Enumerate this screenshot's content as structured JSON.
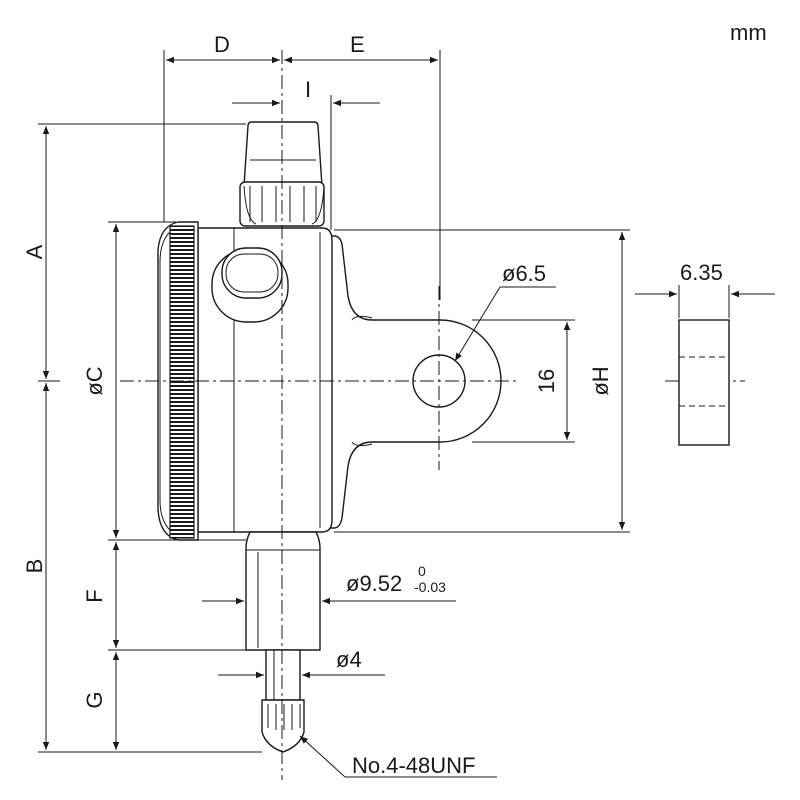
{
  "units": "mm",
  "dimensions": {
    "A": "A",
    "B": "B",
    "C": "øC",
    "D": "D",
    "E": "E",
    "F": "F",
    "G": "G",
    "H": "øH",
    "I": "I",
    "hole_diameter": "ø6.5",
    "lug_width": "16",
    "lug_thickness": "6.35",
    "stem_diameter": "ø9.52",
    "stem_tol_upper": "0",
    "stem_tol_lower": "-0.03",
    "spindle_diameter": "ø4",
    "thread_spec": "No.4-48UNF"
  }
}
